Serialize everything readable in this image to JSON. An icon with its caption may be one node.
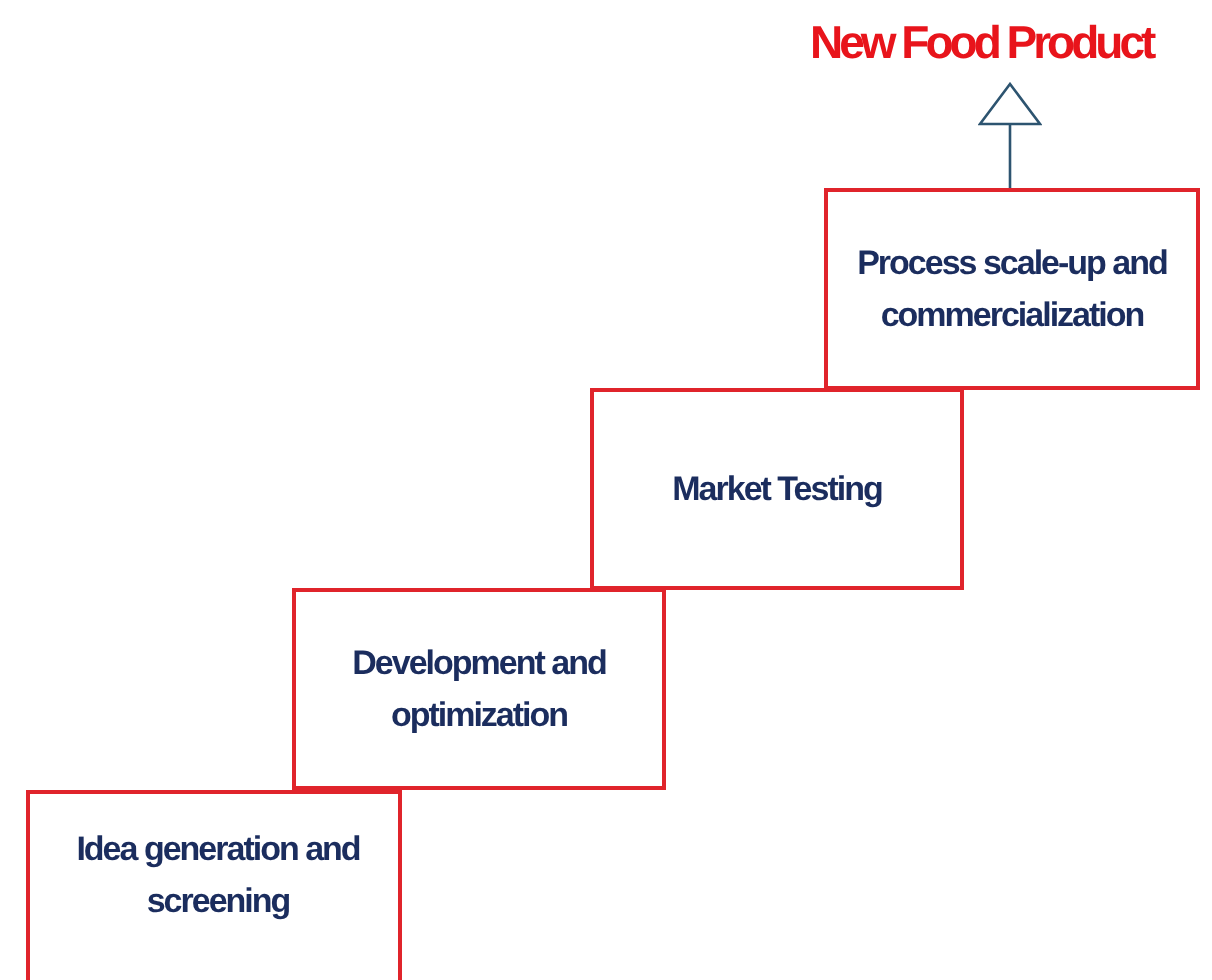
{
  "diagram": {
    "nodes": [
      {
        "text": [
          "Idea generation and screening"
        ]
      },
      {
        "text": [
          "Development and optimization"
        ]
      },
      {
        "text": [
          "Market Testing"
        ]
      },
      {
        "text": [
          "Process scale-up and commercialization"
        ]
      },
      {
        "text": [
          "New Food Product"
        ]
      }
    ],
    "edges": [
      {
        "from": 3,
        "to": 4,
        "arrow": "to"
      }
    ]
  }
}
